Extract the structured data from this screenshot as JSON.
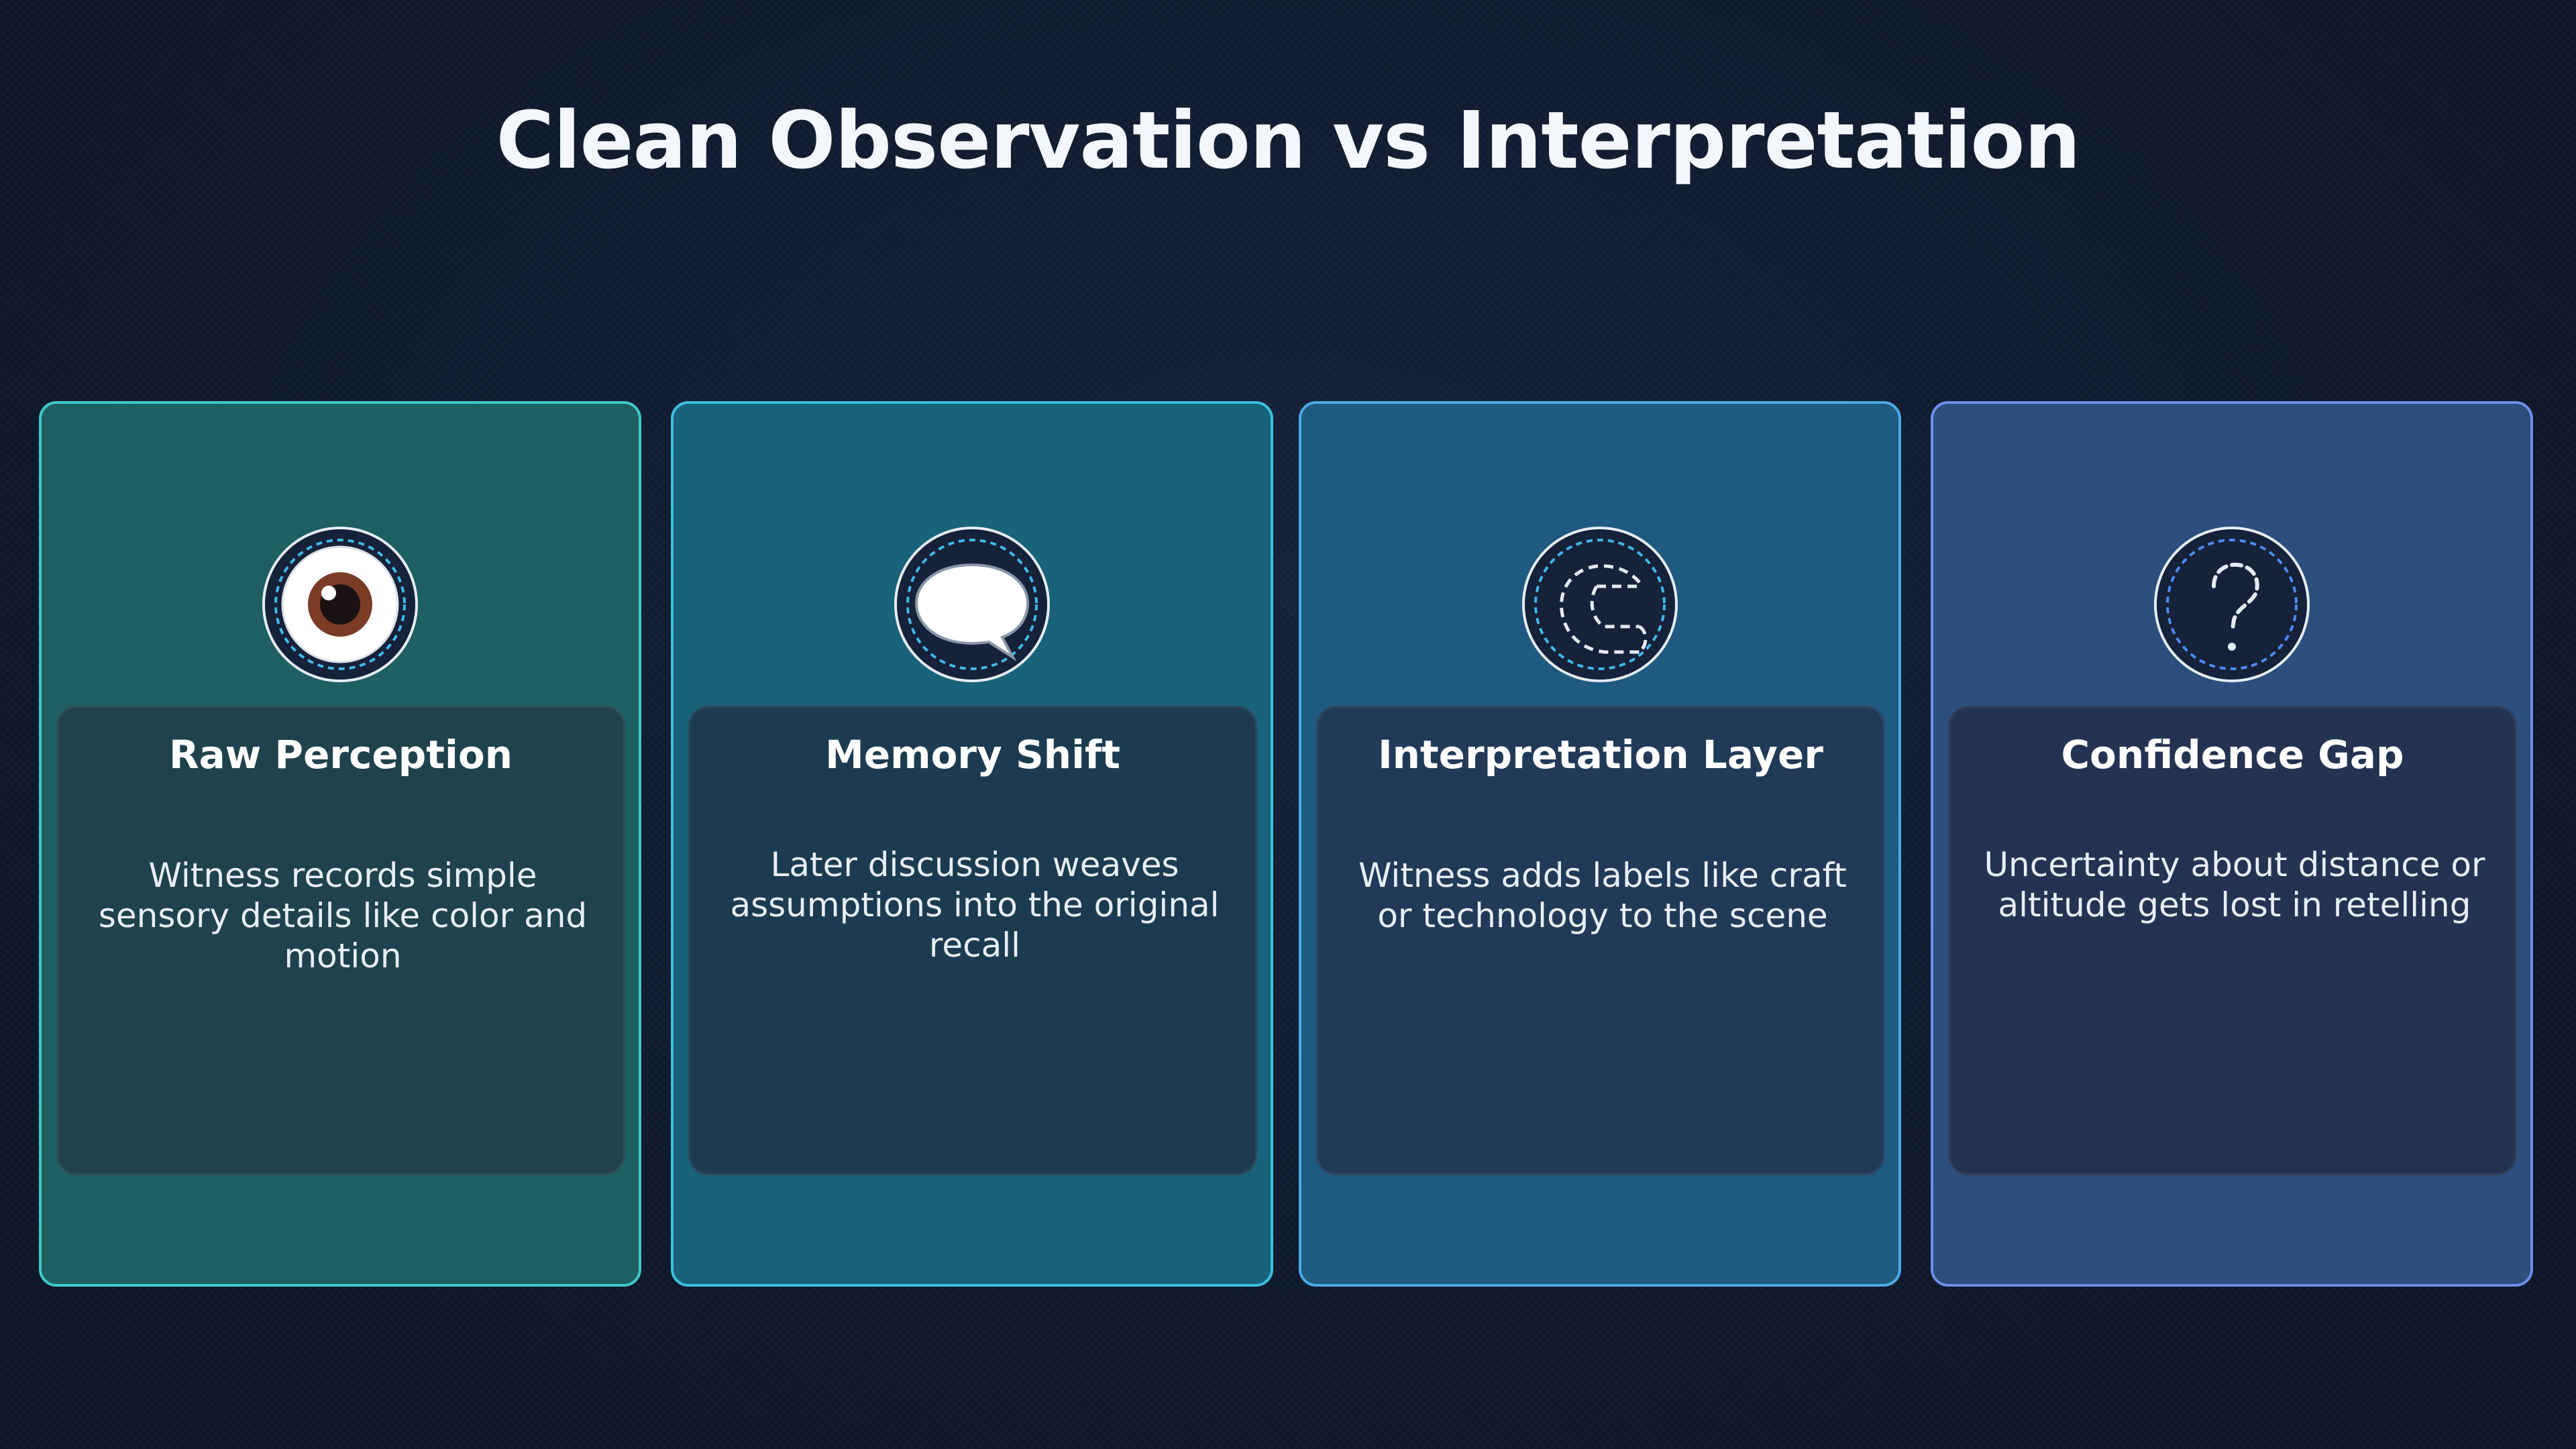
{
  "slide": {
    "title": "Clean Observation vs Interpretation"
  },
  "cards": [
    {
      "icon": "eye-icon",
      "heading": "Raw Perception",
      "description": "Witness records simple sensory details like color and motion",
      "accent": "#3ec9c9",
      "background": "#1e5f62"
    },
    {
      "icon": "speech-bubble-icon",
      "heading": "Memory Shift",
      "description": "Later discussion weaves assumptions into the original recall",
      "accent": "#3cbfe0",
      "background": "#18627a"
    },
    {
      "icon": "craft-outline-icon",
      "heading": "Interpretation Layer",
      "description": "Witness adds labels like craft or technology to the scene",
      "accent": "#4aa9e6",
      "background": "#1f5a80"
    },
    {
      "icon": "question-mark-icon",
      "heading": "Confidence Gap",
      "description": "Uncertainty about distance or altitude gets lost in retelling",
      "accent": "#6c8eea",
      "background": "#2c4f7e"
    }
  ]
}
